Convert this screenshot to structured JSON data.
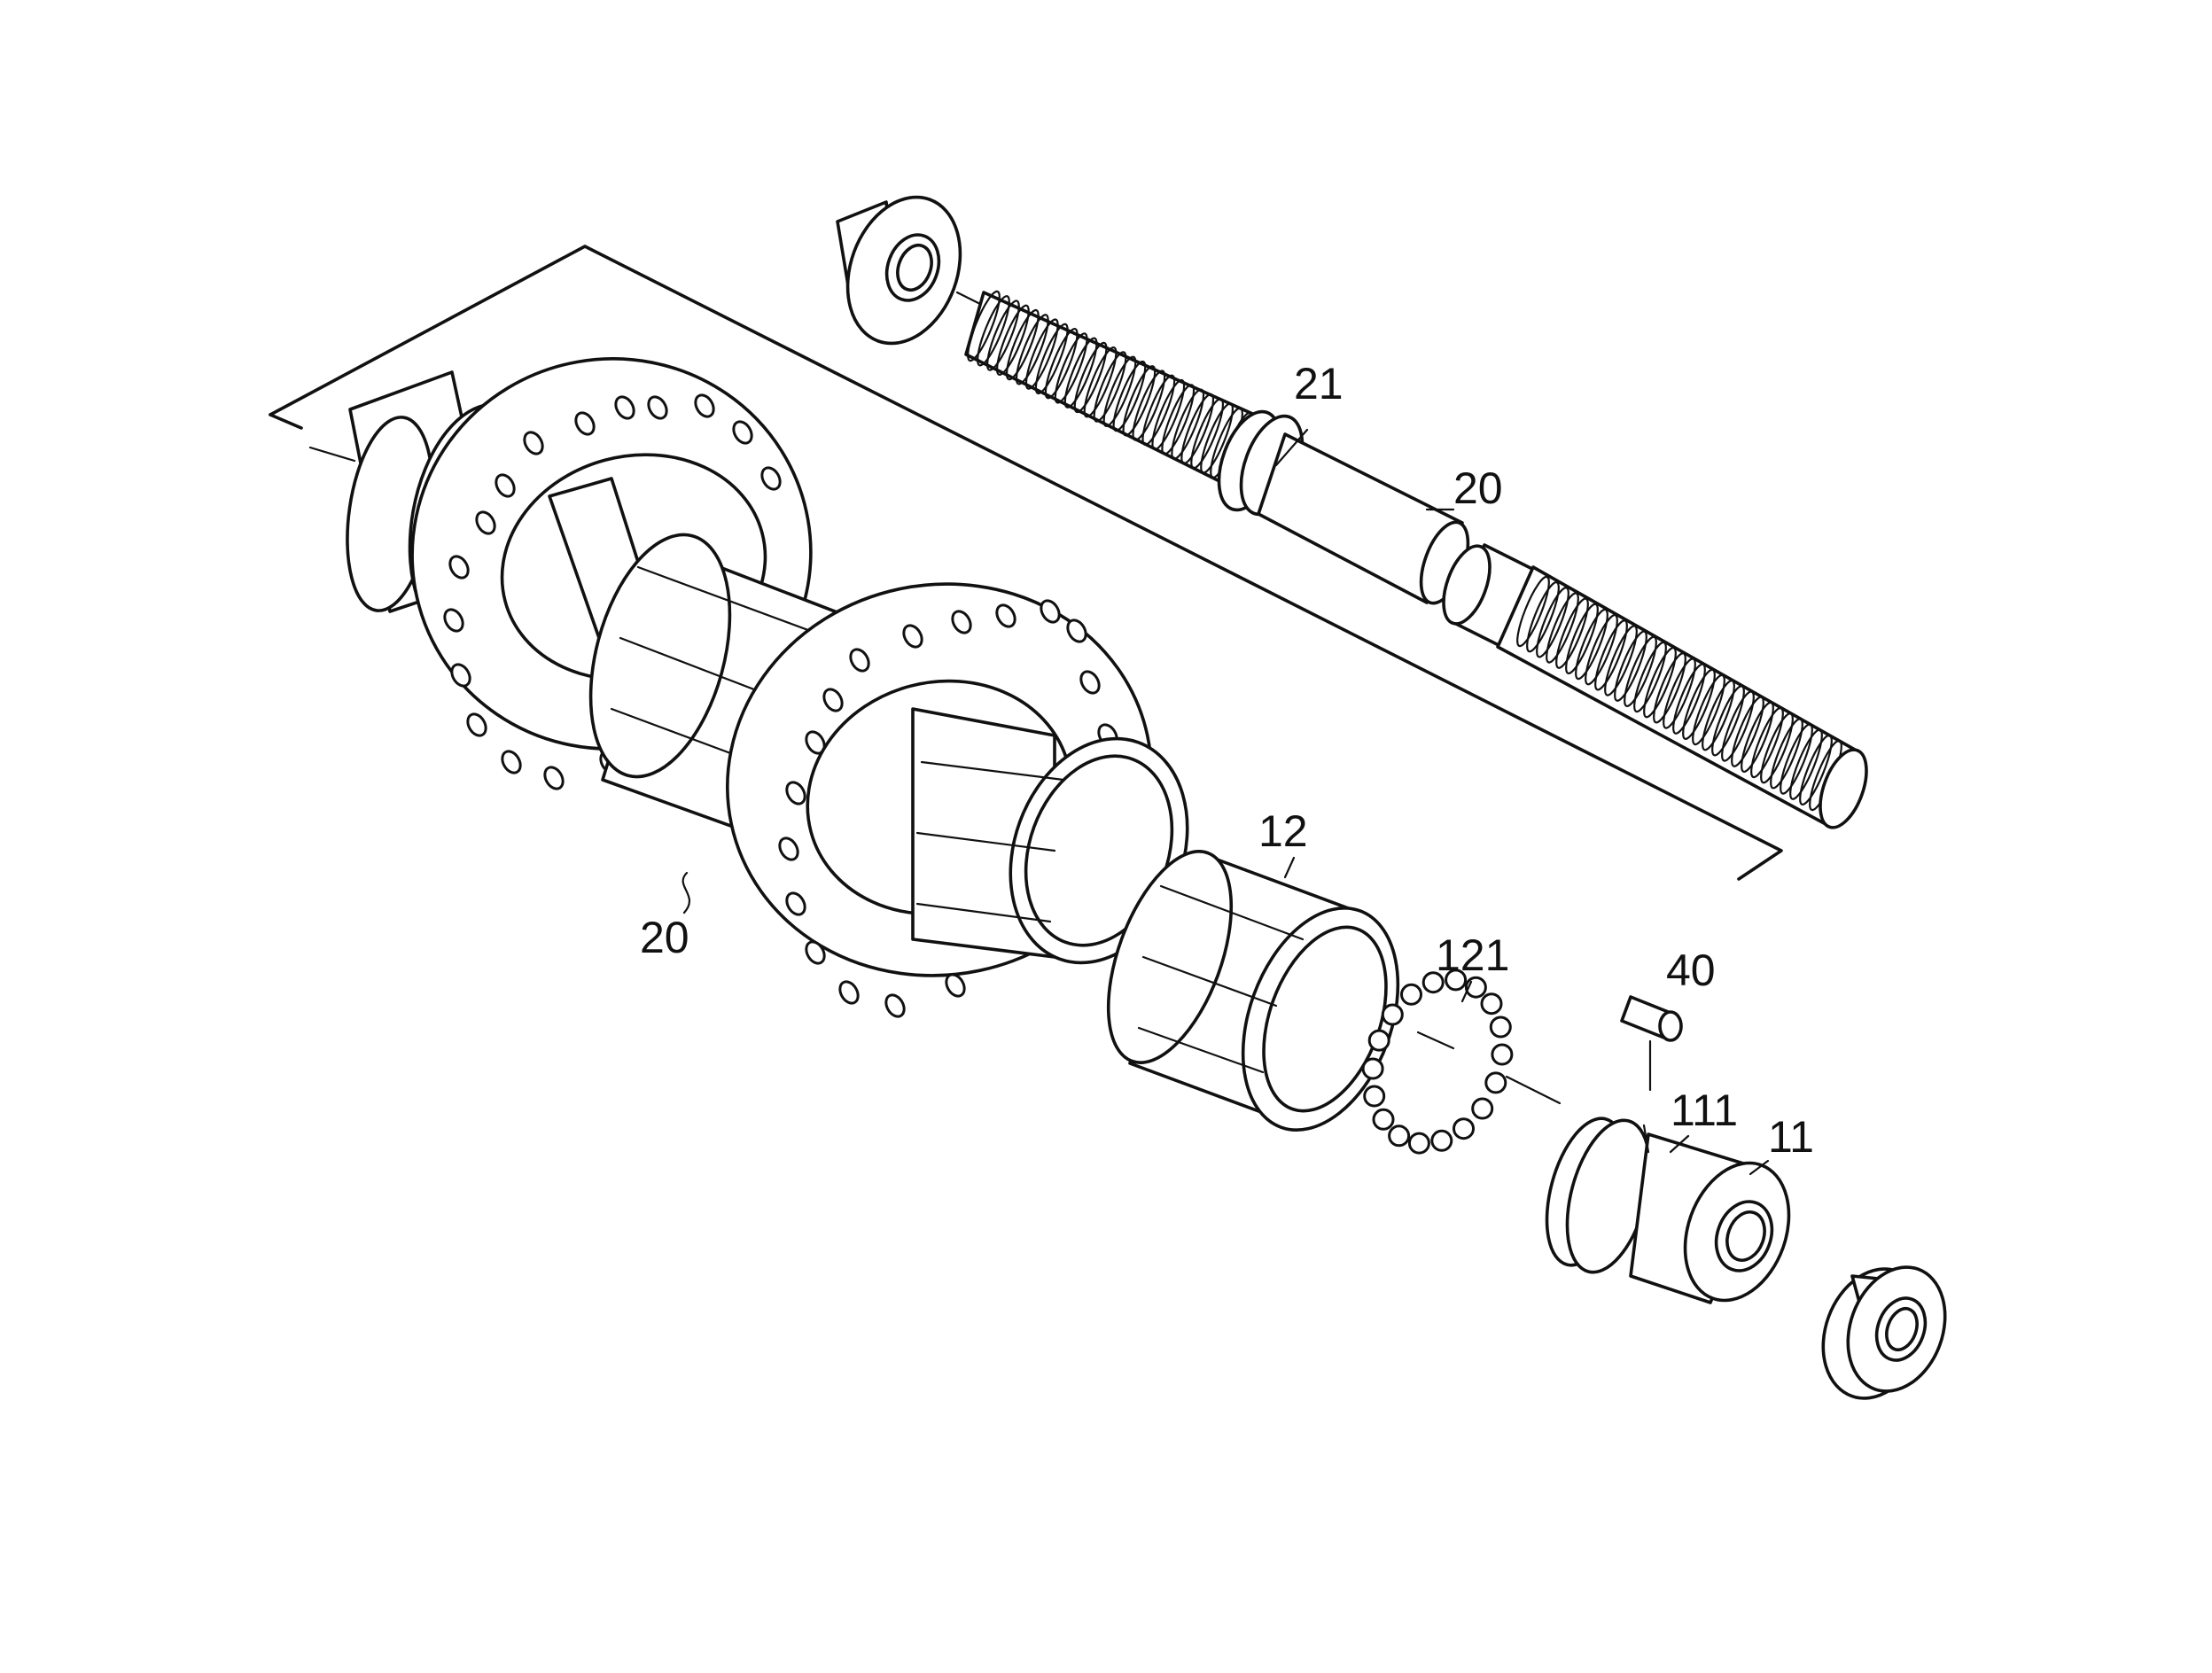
{
  "figure": {
    "labels": {
      "hub_body": "20",
      "axle": "20",
      "axle_collar": "21",
      "sleeve": "12",
      "bearing_balls": "121",
      "pin": "40",
      "pin_hole": "111",
      "bearing_cone": "11"
    },
    "colors": {
      "line": "#111111",
      "background": "#ffffff"
    }
  }
}
